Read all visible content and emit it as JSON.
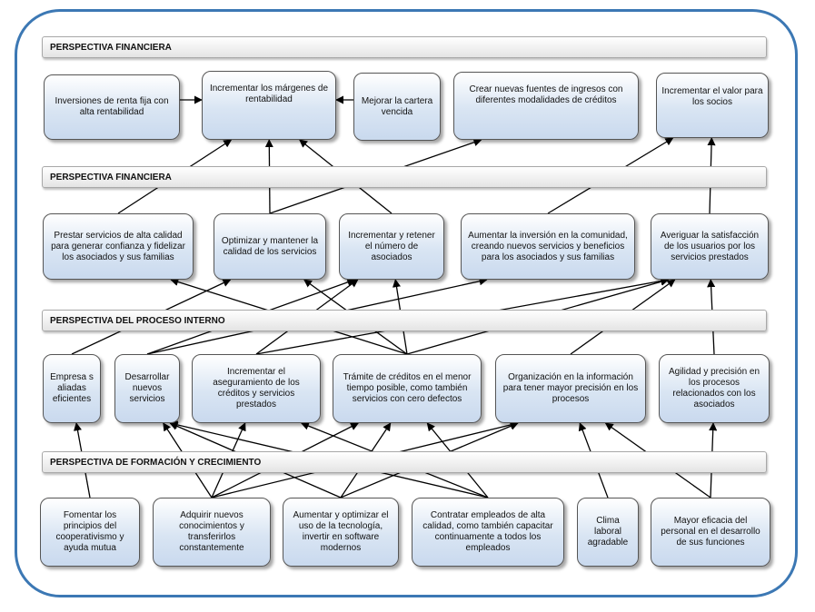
{
  "bands": {
    "financiera_1": "PERSPECTIVA FINANCIERA",
    "financiera_2": "PERSPECTIVA FINANCIERA",
    "proceso_interno": "PERSPECTIVA DEL PROCESO INTERNO",
    "formacion": "PERSPECTIVA DE FORMACIÓN Y CRECIMIENTO"
  },
  "nodes": {
    "inversiones": "Inversiones de renta fija con alta rentabilidad",
    "margenes": "Incrementar los márgenes de rentabilidad",
    "cartera": "Mejorar la cartera vencida",
    "fuentes": "Crear nuevas fuentes de ingresos con diferentes modalidades de créditos",
    "valor": "Incrementar el valor para los socios",
    "prestar": "Prestar servicios de alta calidad para generar confianza y fidelizar los asociados y sus familias",
    "optimizar": "Optimizar y mantener la calidad de los servicios",
    "retener": "Incrementar y retener el número de asociados",
    "inversion_comunidad": "Aumentar la inversión en la comunidad, creando nuevos servicios y beneficios para los asociados y sus familias",
    "satisfaccion": "Averiguar la satisfacción de los usuarios por los servicios prestados",
    "empresas": "Empresa s aliadas eficientes",
    "desarrollar": "Desarrollar nuevos servicios",
    "aseguramiento": "Incrementar el aseguramiento de los créditos y servicios prestados",
    "tramite": "Trámite de créditos en el menor tiempo posible, como también servicios con cero defectos",
    "organizacion": "Organización en la información para tener mayor precisión en los procesos",
    "agilidad": "Agilidad y precisión en los procesos relacionados con los asociados",
    "fomentar": "Fomentar los principios del cooperativismo y ayuda mutua",
    "adquirir": "Adquirir nuevos conocimientos y transferirlos constantemente",
    "tecnologia": "Aumentar y optimizar el uso de la tecnología, invertir en software modernos",
    "contratar": "Contratar empleados de alta calidad, como también capacitar continuamente a todos los empleados",
    "clima": "Clima laboral agradable",
    "eficacia": "Mayor eficacia del personal en el desarrollo de sus funciones"
  },
  "edges": [
    [
      "inversiones",
      "margenes"
    ],
    [
      "cartera",
      "margenes"
    ],
    [
      "optimizar",
      "margenes"
    ],
    [
      "prestar",
      "margenes"
    ],
    [
      "retener",
      "margenes"
    ],
    [
      "optimizar",
      "fuentes"
    ],
    [
      "inversion_comunidad",
      "valor"
    ],
    [
      "satisfaccion",
      "valor"
    ],
    [
      "empresas",
      "optimizar"
    ],
    [
      "desarrollar",
      "retener"
    ],
    [
      "desarrollar",
      "inversion_comunidad"
    ],
    [
      "aseguramiento",
      "retener"
    ],
    [
      "aseguramiento",
      "satisfaccion"
    ],
    [
      "tramite",
      "prestar"
    ],
    [
      "tramite",
      "retener"
    ],
    [
      "tramite",
      "optimizar"
    ],
    [
      "tramite",
      "satisfaccion"
    ],
    [
      "organizacion",
      "satisfaccion"
    ],
    [
      "agilidad",
      "satisfaccion"
    ],
    [
      "fomentar",
      "empresas"
    ],
    [
      "adquirir",
      "desarrollar"
    ],
    [
      "adquirir",
      "aseguramiento"
    ],
    [
      "adquirir",
      "tramite"
    ],
    [
      "adquirir",
      "organizacion"
    ],
    [
      "tecnologia",
      "desarrollar"
    ],
    [
      "tecnologia",
      "tramite"
    ],
    [
      "tecnologia",
      "organizacion"
    ],
    [
      "contratar",
      "desarrollar"
    ],
    [
      "contratar",
      "tramite"
    ],
    [
      "contratar",
      "aseguramiento"
    ],
    [
      "clima",
      "organizacion"
    ],
    [
      "eficacia",
      "organizacion"
    ],
    [
      "eficacia",
      "agilidad"
    ]
  ]
}
